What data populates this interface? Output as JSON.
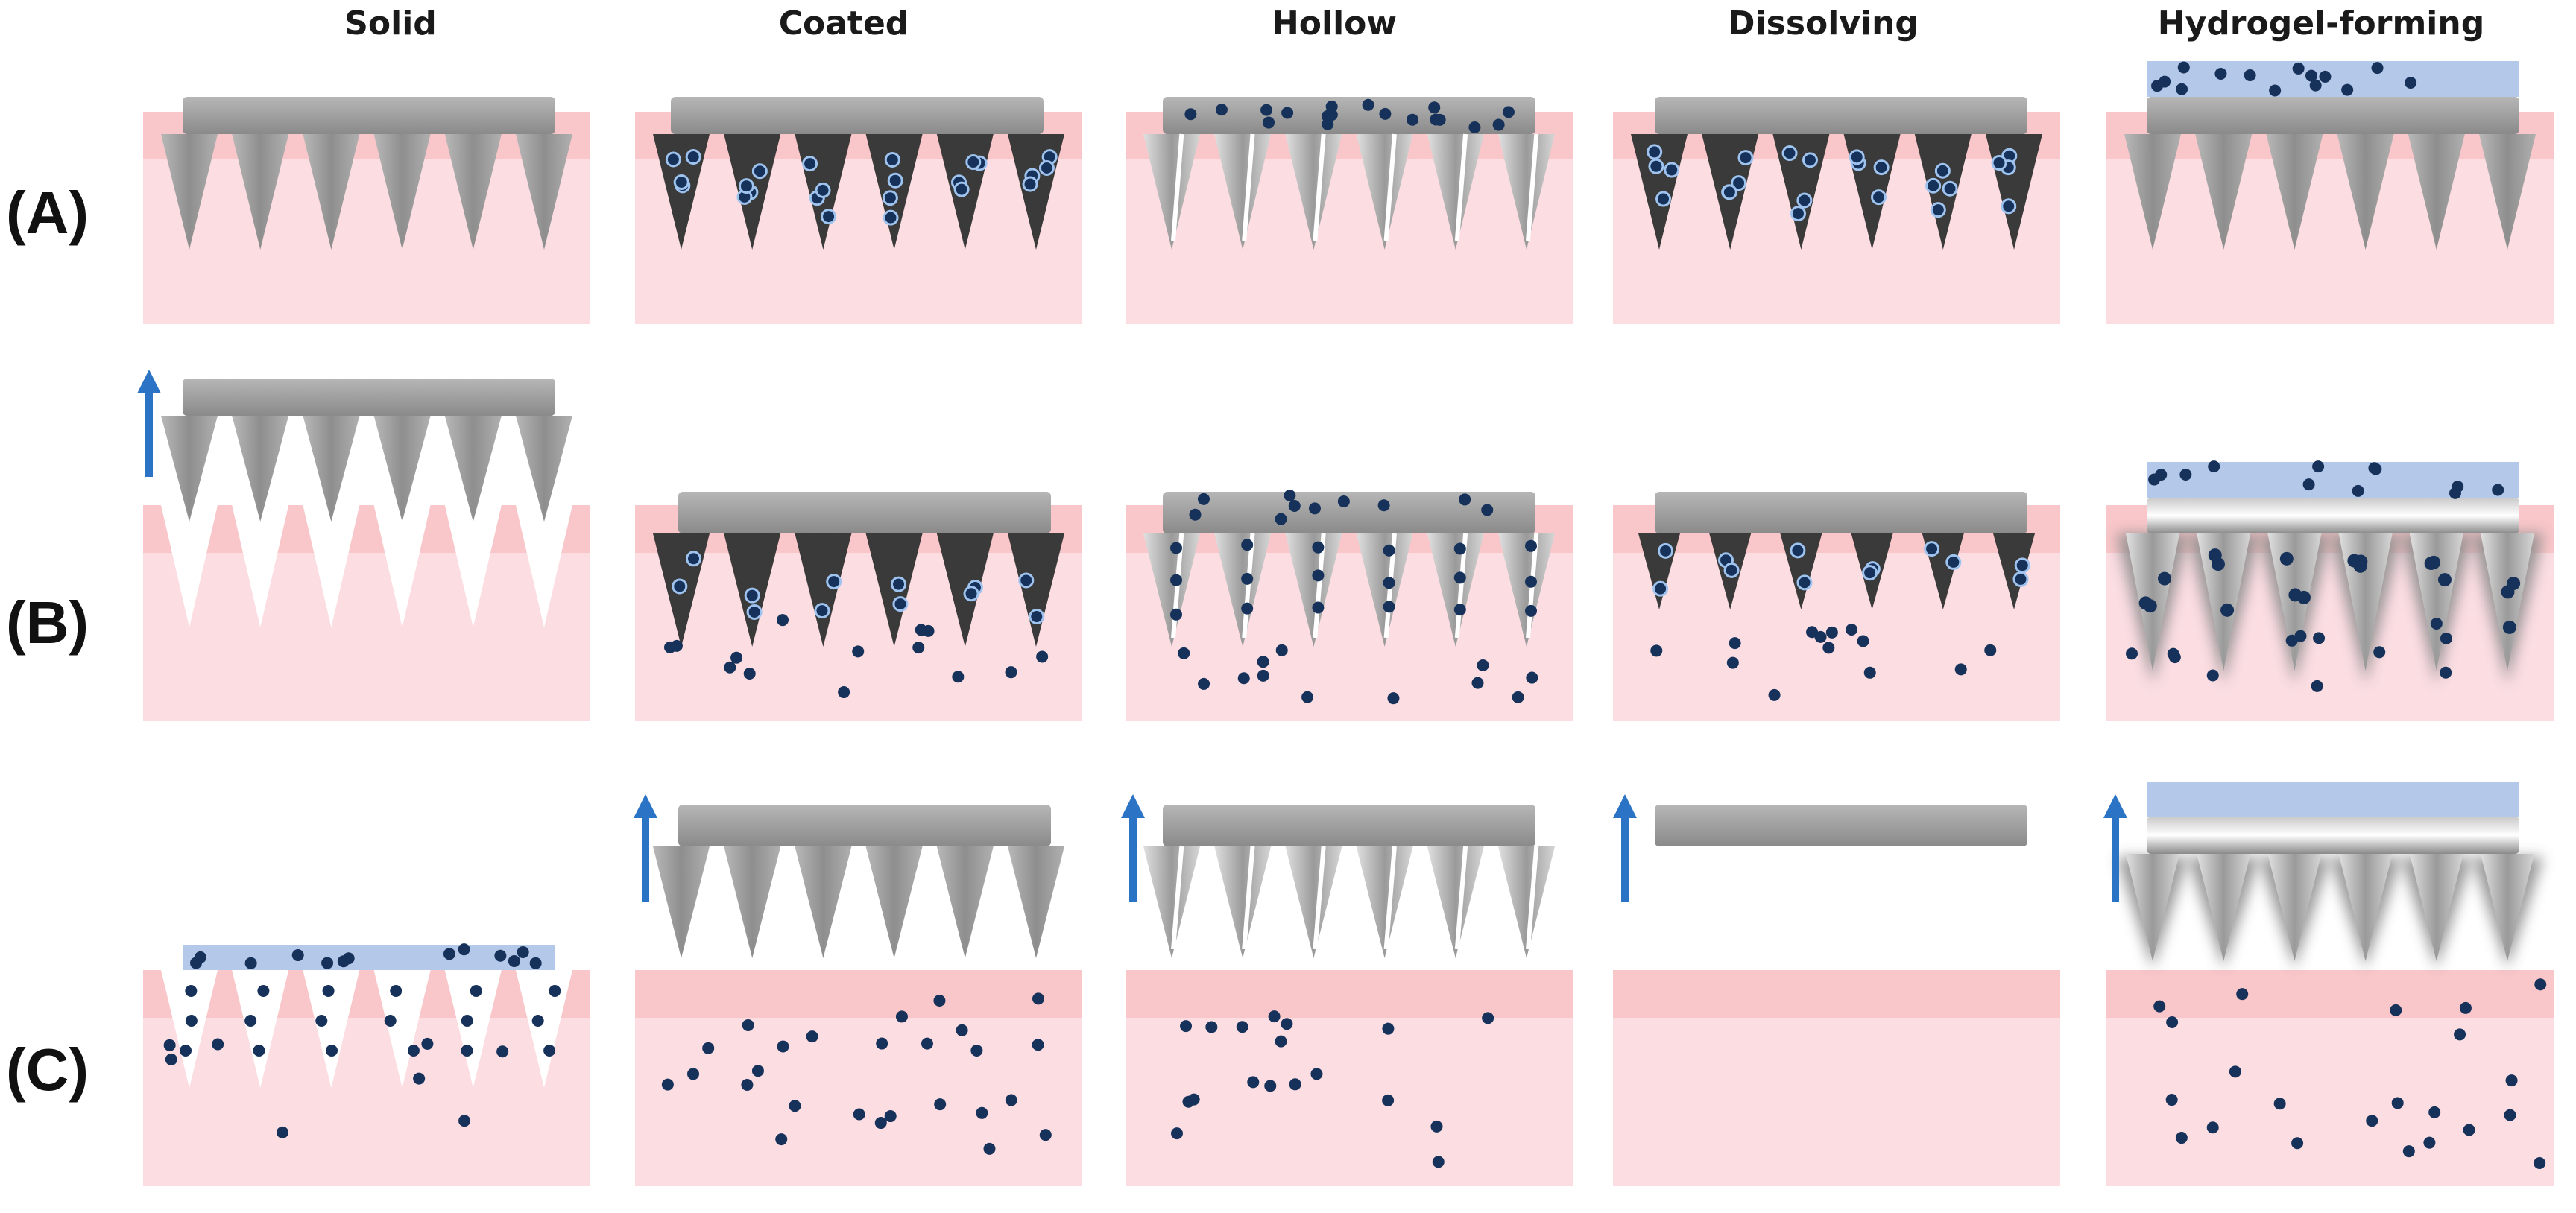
{
  "columns": [
    "Solid",
    "Coated",
    "Hollow",
    "Dissolving",
    "Hydrogel-forming"
  ],
  "rows": [
    "(A)",
    "(B)",
    "(C)"
  ],
  "colors": {
    "skin_top": "#f9c6c9",
    "skin_body": "#fbdde2",
    "needle": "#9d9d9d",
    "needle_dark": "#3a3a3a",
    "drug": "#17325a",
    "hydrogel": "#b4c8e9",
    "arrow": "#2b73c4",
    "text": "#111111"
  }
}
